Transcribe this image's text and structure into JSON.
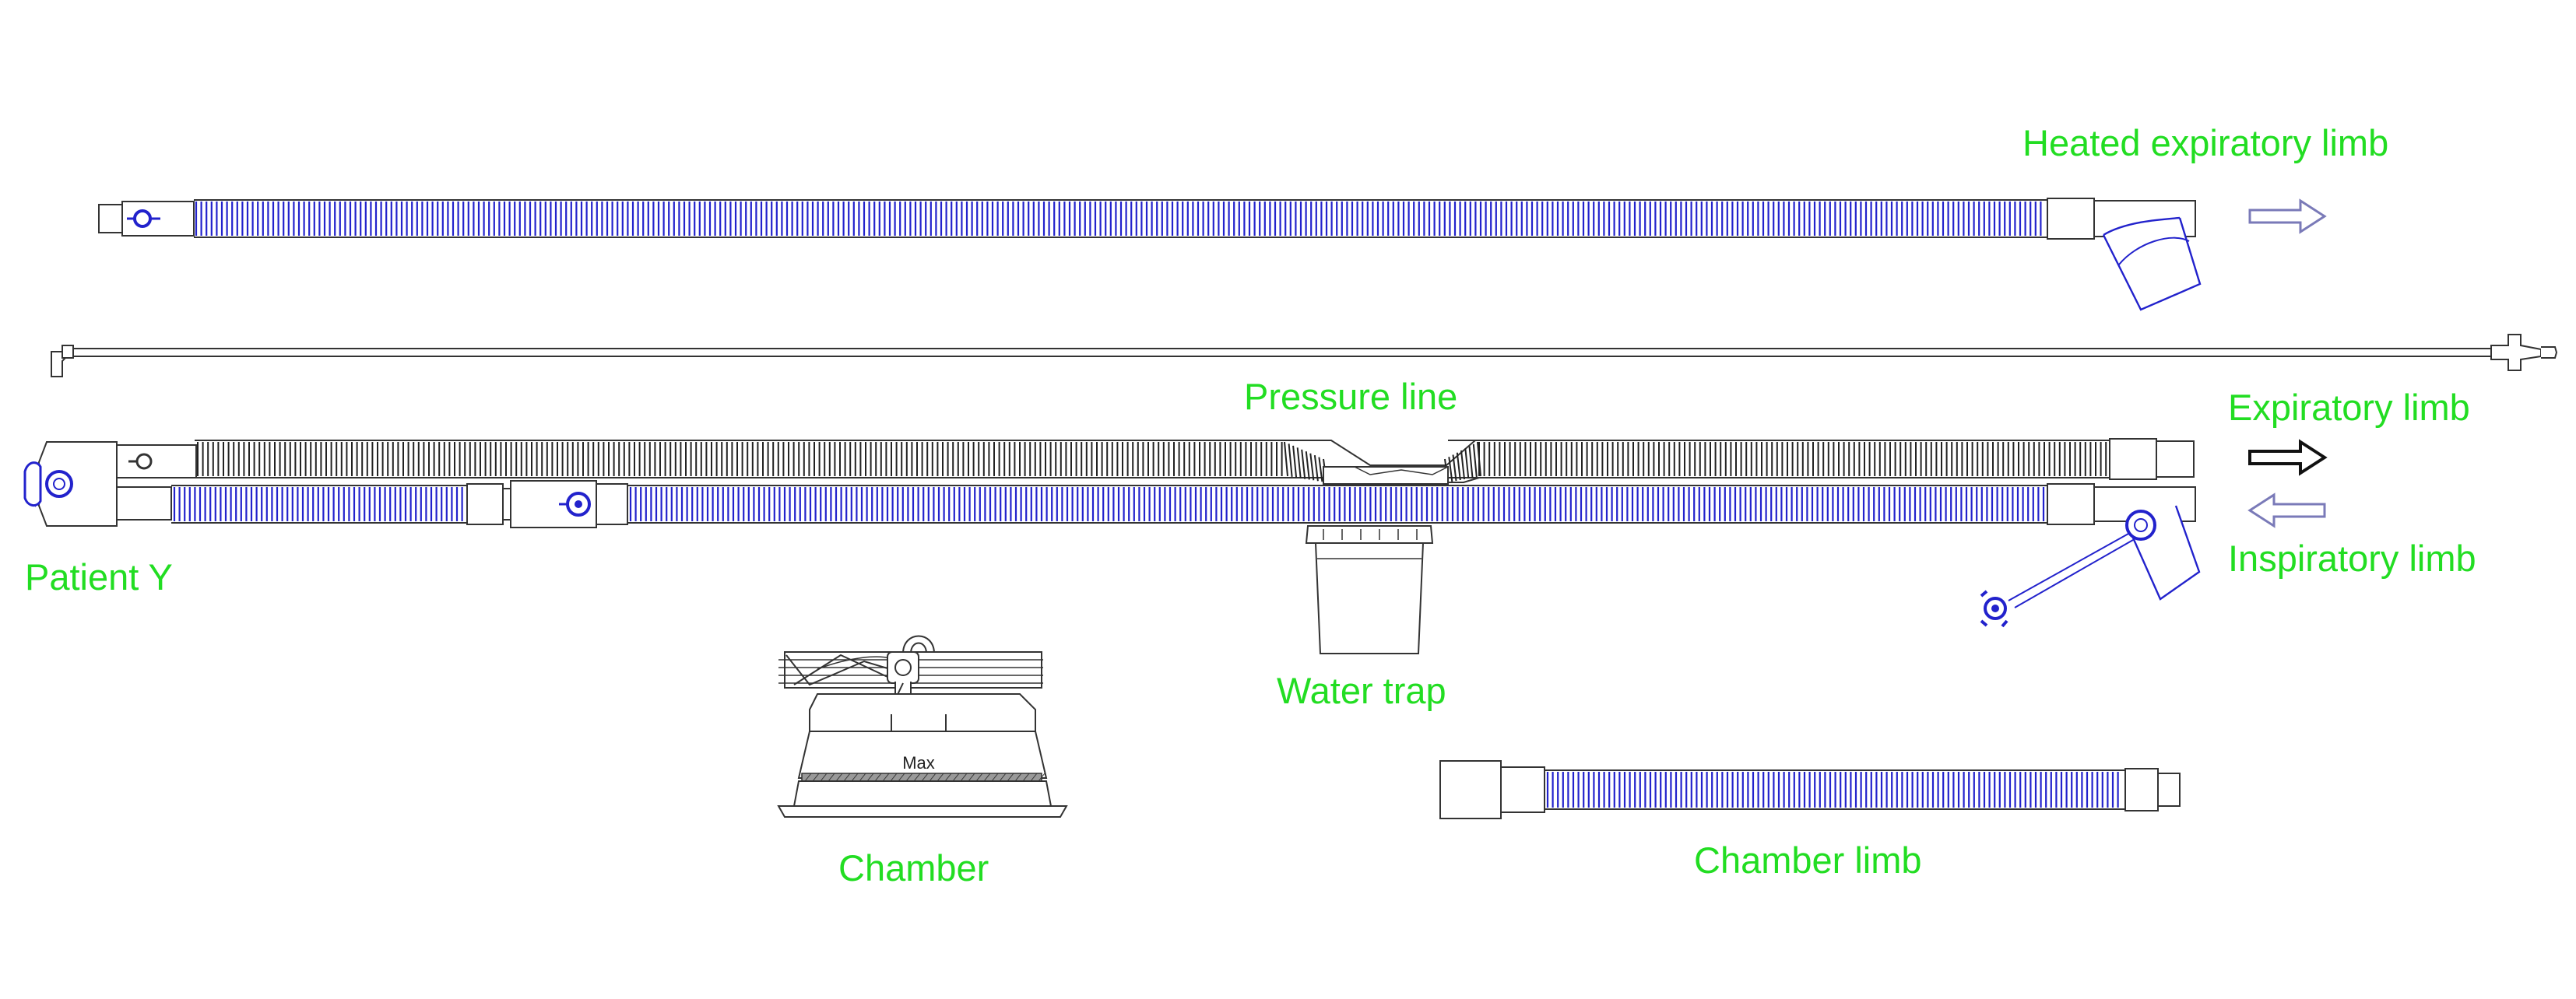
{
  "colors": {
    "label": "#22dd22",
    "tubing_blue": "#2222cc",
    "tubing_black": "#222222",
    "outline": "#333333",
    "arrow_blue": "#7a7ab8"
  },
  "labels": {
    "heated_expiratory_limb": "Heated expiratory limb",
    "pressure_line": "Pressure line",
    "expiratory_limb": "Expiratory limb",
    "inspiratory_limb": "Inspiratory limb",
    "patient_y": "Patient Y",
    "water_trap": "Water trap",
    "chamber": "Chamber",
    "chamber_limb": "Chamber limb"
  },
  "chamber_fill_mark": "Max",
  "icons": {
    "expiratory_flow": "arrow-right-icon",
    "inspiratory_flow": "arrow-left-icon"
  }
}
